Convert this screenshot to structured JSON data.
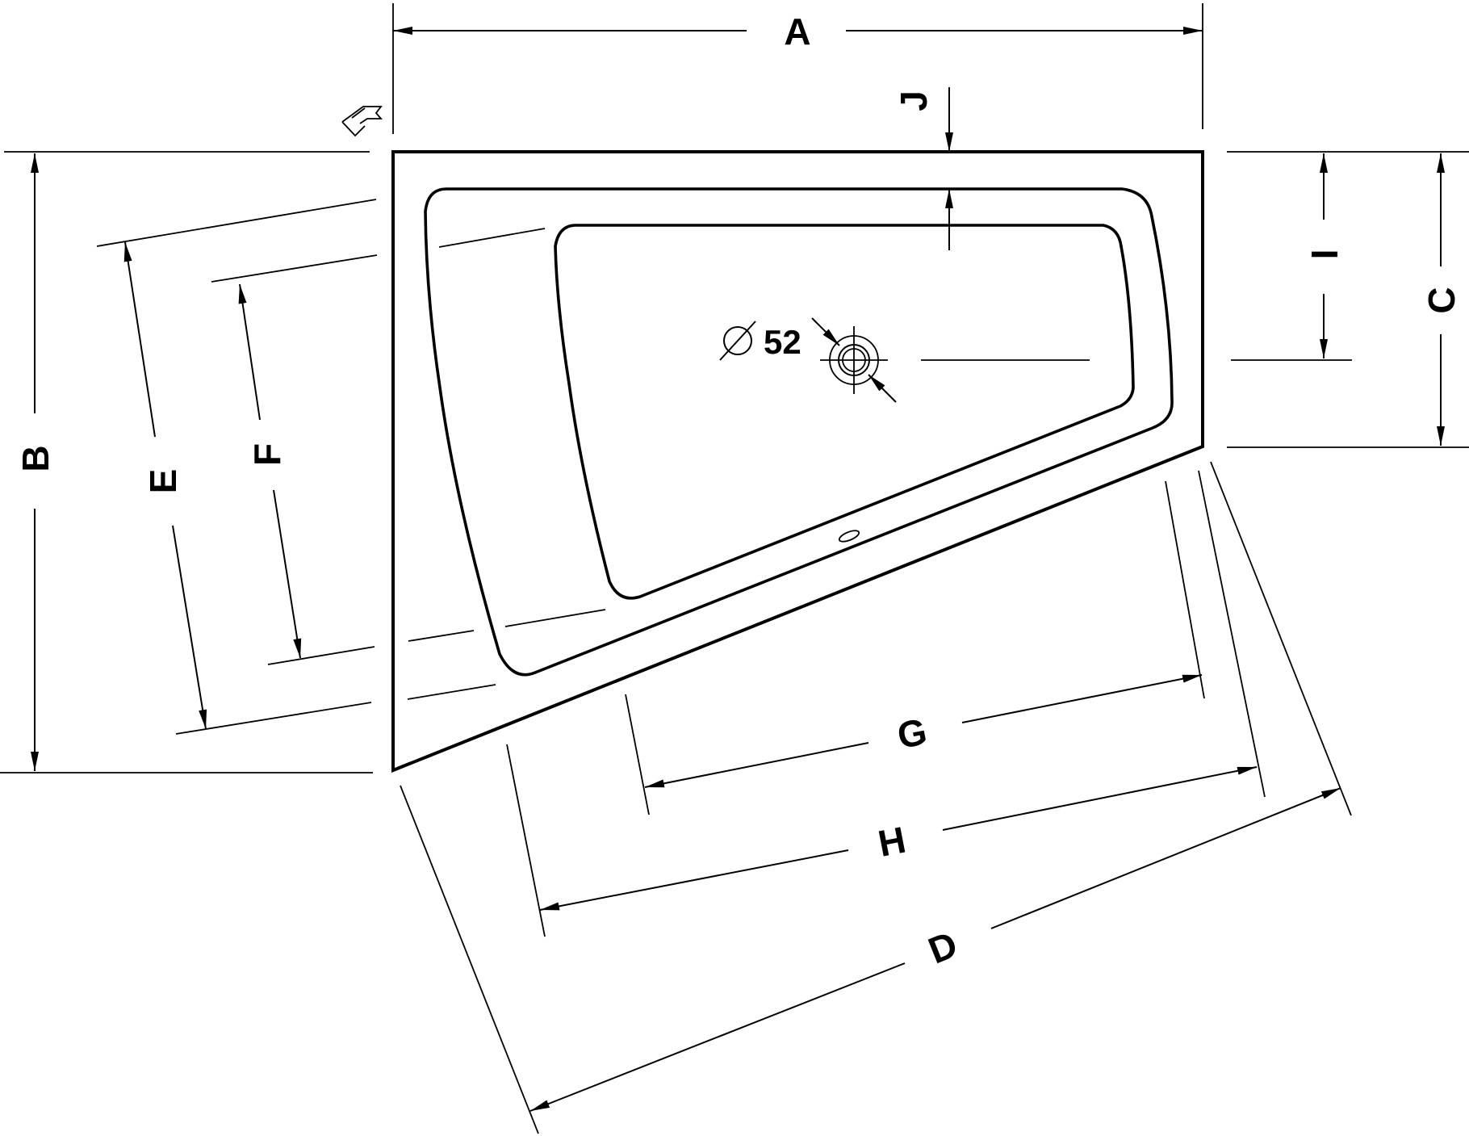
{
  "labels": {
    "A": "A",
    "B": "B",
    "C": "C",
    "D": "D",
    "E": "E",
    "F": "F",
    "G": "G",
    "H": "H",
    "I": "I",
    "J": "J"
  },
  "drain": {
    "diameter_text": "52",
    "diameter_symbol": "ø"
  },
  "icons": {
    "corner_marker": "mounting-hand-arrow-icon"
  },
  "colors": {
    "line": "#000000",
    "background": "#ffffff"
  }
}
